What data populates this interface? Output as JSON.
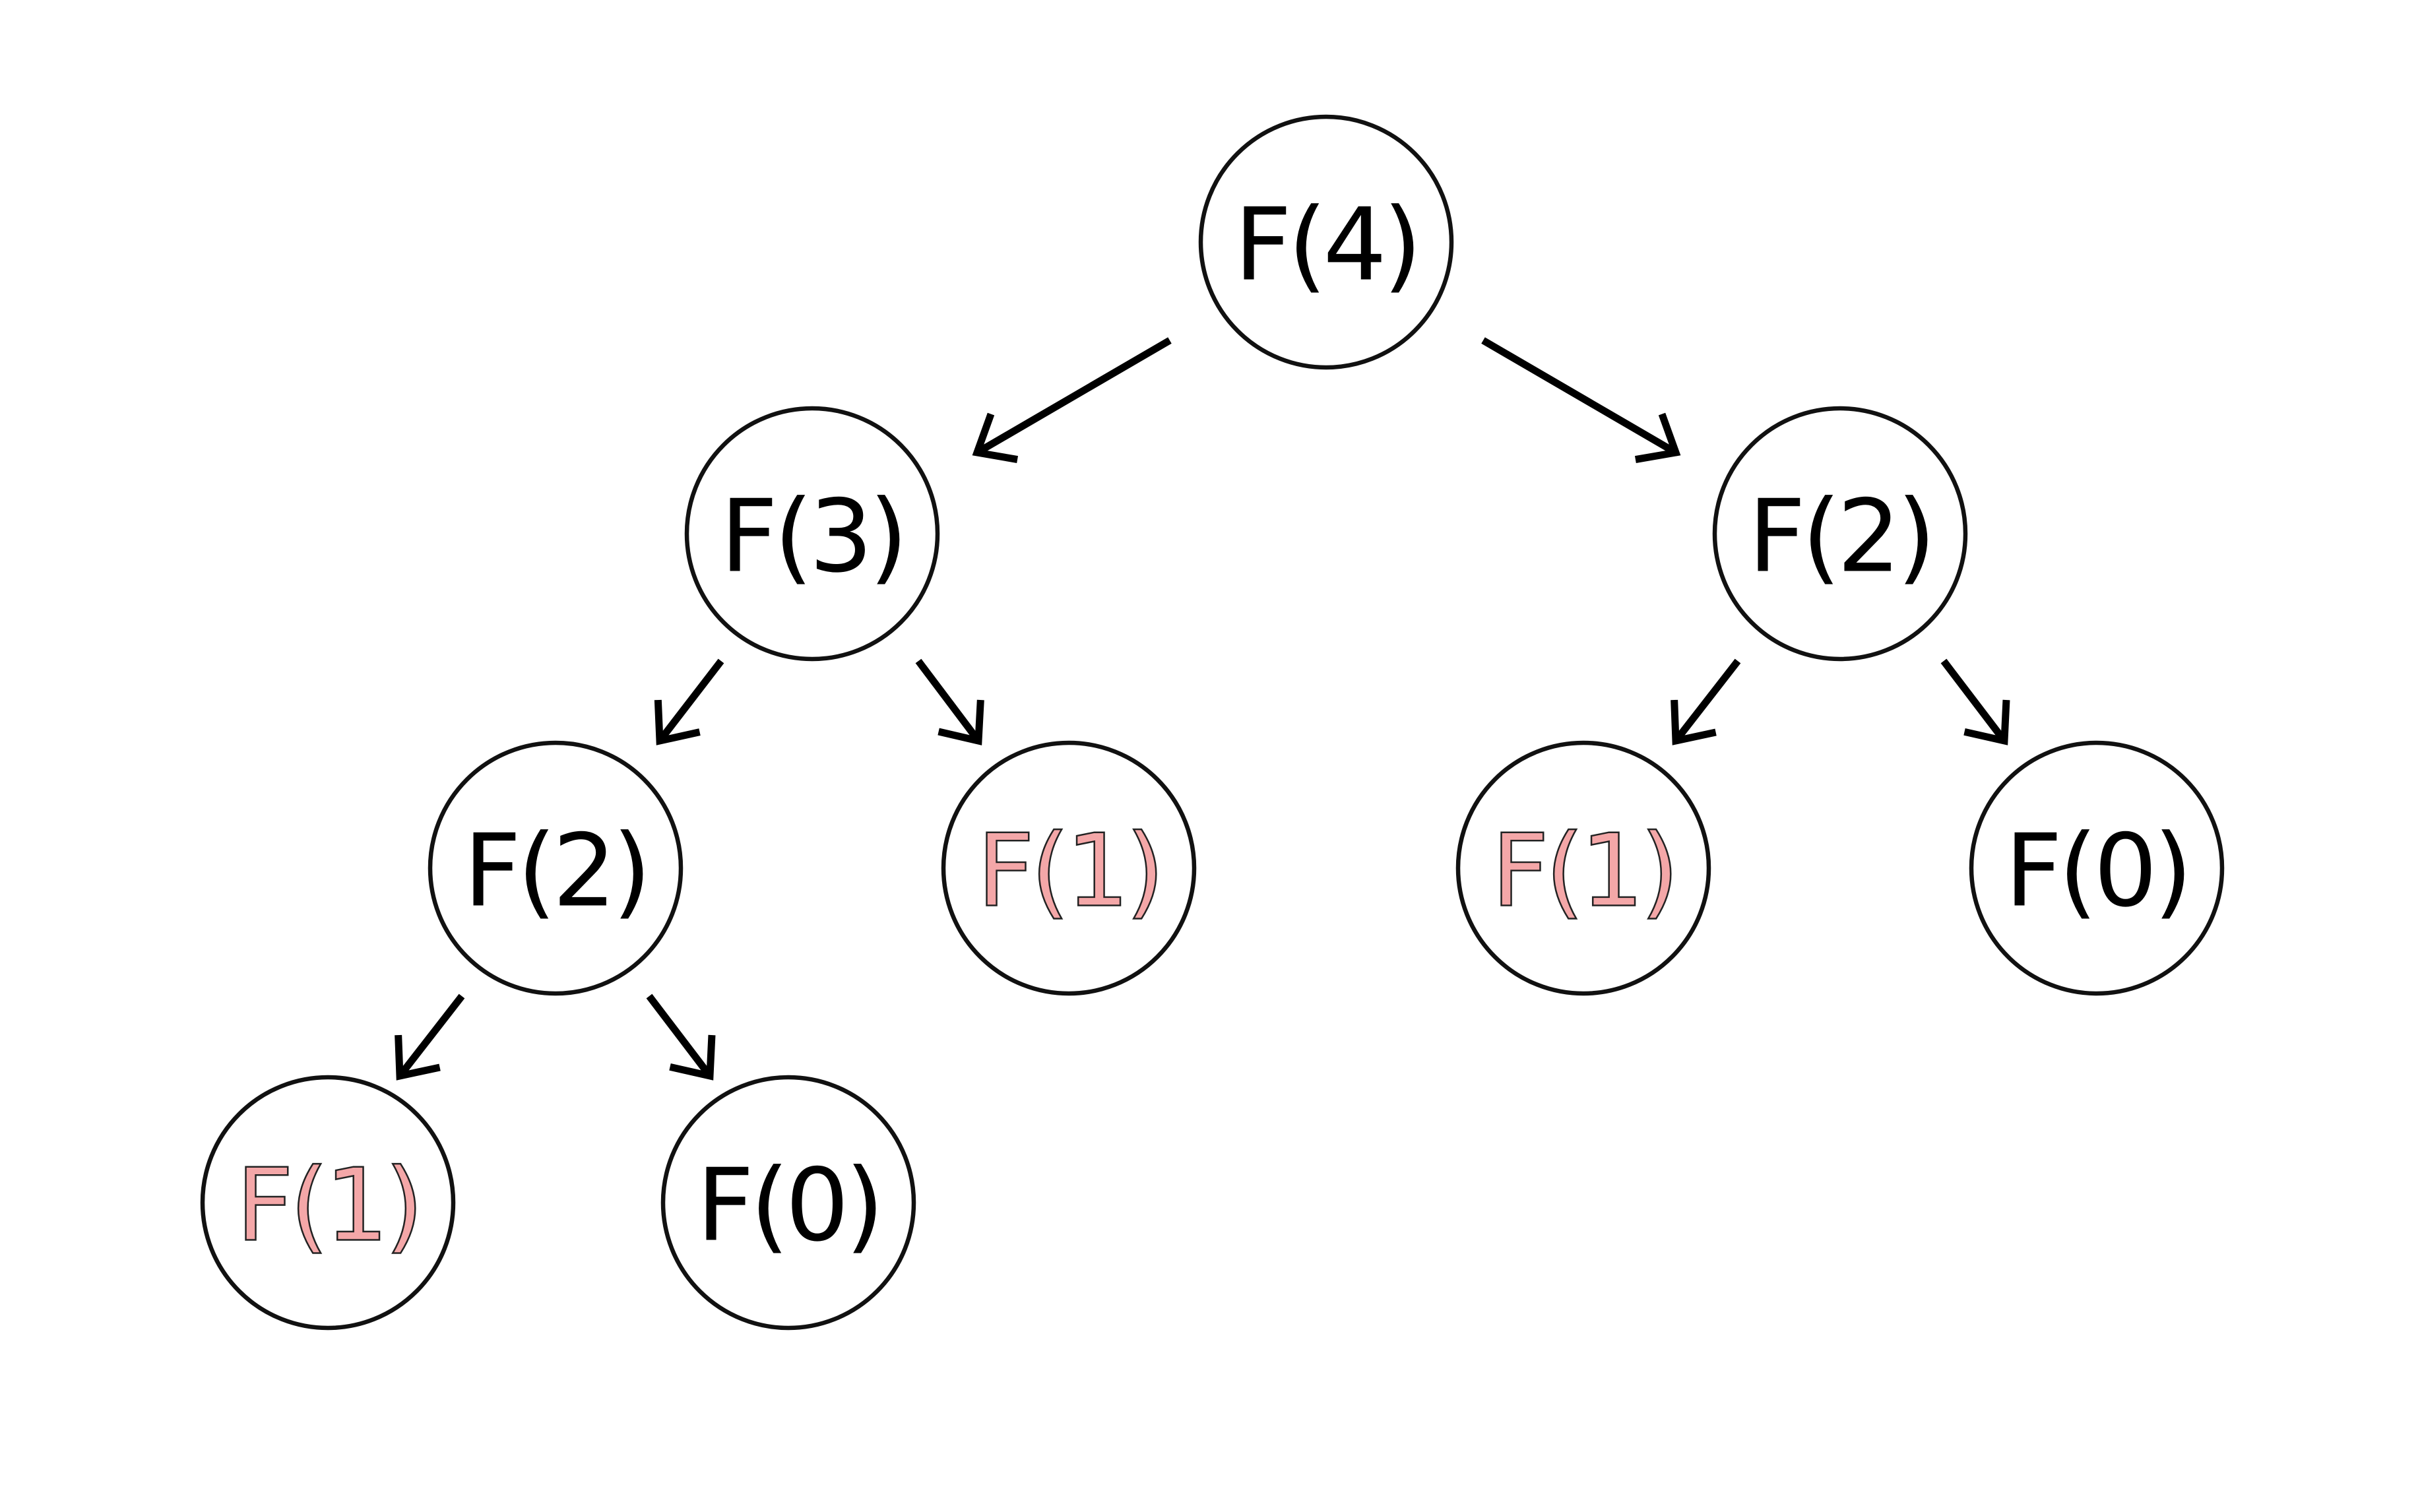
{
  "diagram": {
    "type": "recursion-tree",
    "colors": {
      "normal_text": "#000000",
      "highlight_fill": "#f4a7a8",
      "highlight_stroke": "#222222",
      "node_stroke": "#111111",
      "background": "#ffffff"
    },
    "nodes": [
      {
        "id": "n1",
        "label": "F(4)",
        "highlighted": false
      },
      {
        "id": "n2",
        "label": "F(3)",
        "highlighted": false
      },
      {
        "id": "n3",
        "label": "F(2)",
        "highlighted": false
      },
      {
        "id": "n4",
        "label": "F(2)",
        "highlighted": false
      },
      {
        "id": "n5",
        "label": "F(1)",
        "highlighted": true
      },
      {
        "id": "n6",
        "label": "F(1)",
        "highlighted": true
      },
      {
        "id": "n7",
        "label": "F(0)",
        "highlighted": false
      },
      {
        "id": "n8",
        "label": "F(1)",
        "highlighted": true
      },
      {
        "id": "n9",
        "label": "F(0)",
        "highlighted": false
      }
    ],
    "edges": [
      {
        "from": "n1",
        "to": "n2"
      },
      {
        "from": "n1",
        "to": "n3"
      },
      {
        "from": "n2",
        "to": "n4"
      },
      {
        "from": "n2",
        "to": "n5"
      },
      {
        "from": "n3",
        "to": "n6"
      },
      {
        "from": "n3",
        "to": "n7"
      },
      {
        "from": "n4",
        "to": "n8"
      },
      {
        "from": "n4",
        "to": "n9"
      }
    ]
  }
}
